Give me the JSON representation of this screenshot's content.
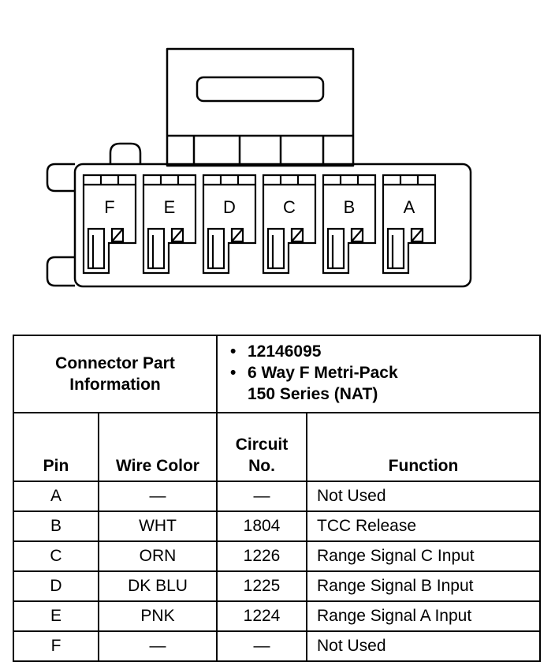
{
  "connector": {
    "pins": [
      "F",
      "E",
      "D",
      "C",
      "B",
      "A"
    ]
  },
  "info": {
    "label_line1": "Connector Part",
    "label_line2": "Information",
    "part_number": "12146095",
    "description_line1": "6 Way F Metri-Pack",
    "description_line2": "150 Series (NAT)"
  },
  "table": {
    "headers": {
      "pin": "Pin",
      "wire_color": "Wire Color",
      "circuit_line1": "Circuit",
      "circuit_line2": "No.",
      "function": "Function"
    },
    "rows": [
      {
        "pin": "A",
        "wire": "—",
        "circuit": "—",
        "function": "Not Used"
      },
      {
        "pin": "B",
        "wire": "WHT",
        "circuit": "1804",
        "function": "TCC Release"
      },
      {
        "pin": "C",
        "wire": "ORN",
        "circuit": "1226",
        "function": "Range Signal C Input"
      },
      {
        "pin": "D",
        "wire": "DK BLU",
        "circuit": "1225",
        "function": "Range Signal B Input"
      },
      {
        "pin": "E",
        "wire": "PNK",
        "circuit": "1224",
        "function": "Range Signal A Input"
      },
      {
        "pin": "F",
        "wire": "—",
        "circuit": "—",
        "function": "Not Used"
      }
    ]
  }
}
